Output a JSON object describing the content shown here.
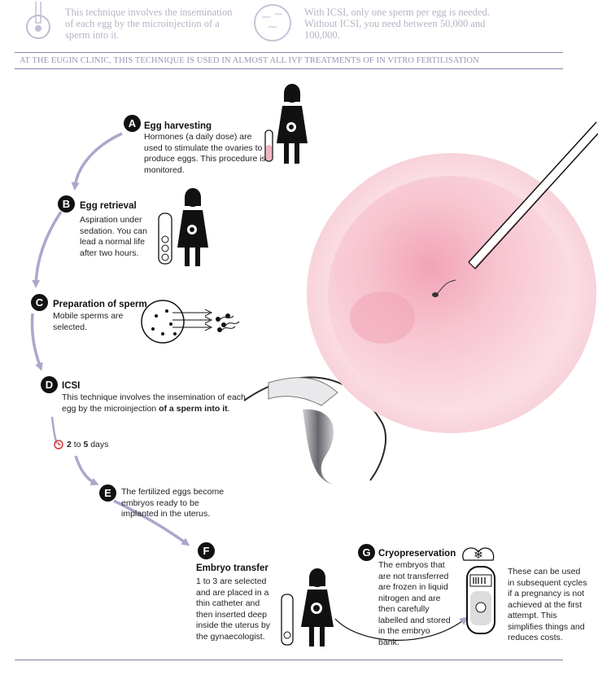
{
  "header": {
    "left_text": "This technique involves the insemination of each egg by the microinjection of a sperm into it.",
    "right_text": "With ICSI, only one sperm per egg is needed. Without ICSI, you need between 50,000 and 100,000.",
    "banner": "AT THE EUGIN CLINIC, THIS TECHNIQUE IS USED IN ALMOST ALL IVF TREATMENTS OF IN VITRO FERTILISATION"
  },
  "steps": {
    "a": {
      "letter": "A",
      "title": "Egg harvesting",
      "text": "Hormones (a daily dose) are used to stimulate the ovaries to produce eggs. This procedure is monitored."
    },
    "b": {
      "letter": "B",
      "title": "Egg retrieval",
      "text": "Aspiration under sedation. You can lead a normal life after two hours."
    },
    "c": {
      "letter": "C",
      "title": "Preparation of sperm",
      "text": "Mobile sperms are selected."
    },
    "d": {
      "letter": "D",
      "title": "ICSI",
      "text_prefix": "This technique involves the insemination of each egg by the microinjection ",
      "text_bold": "of a sperm into it",
      "text_suffix": "."
    },
    "timer": {
      "from": "2",
      "to_word": "to",
      "to": "5",
      "unit": "days"
    },
    "e": {
      "letter": "E",
      "text": "The fertilized eggs become embryos ready to be implanted in the uterus."
    },
    "f": {
      "letter": "F",
      "title": "Embryo transfer",
      "text": "1 to 3 are selected and are placed in a thin catheter and then inserted deep inside the uterus by the gynaecologist."
    },
    "g": {
      "letter": "G",
      "title": "Cryopreservation",
      "text": "The embryos that are not transferred are frozen in liquid nitrogen and are then carefully labelled and stored in the embryo bank."
    }
  },
  "side_note": "These can be used in subsequent cycles if a pregnancy is not achieved at the first attempt. This simplifies things and reduces costs.",
  "colors": {
    "arrow": "#a9a8cc",
    "rule": "#8b7fb0",
    "egg": "#f7c9d2",
    "badge": "#111111"
  }
}
